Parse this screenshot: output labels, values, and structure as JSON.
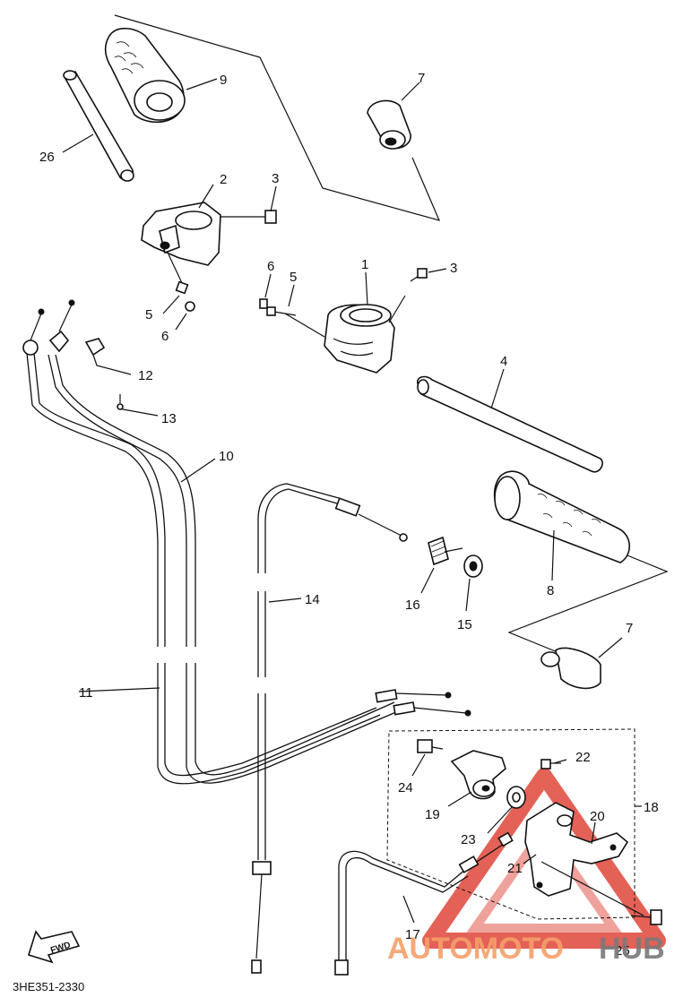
{
  "diagram": {
    "code": "3HE351-2330",
    "fwd": "FWD",
    "labels": [
      "1",
      "2",
      "3",
      "3",
      "4",
      "5",
      "5",
      "6",
      "6",
      "7",
      "7",
      "8",
      "9",
      "10",
      "11",
      "12",
      "13",
      "14",
      "15",
      "16",
      "17",
      "18",
      "19",
      "20",
      "21",
      "22",
      "23",
      "24",
      "25",
      "26"
    ]
  },
  "watermark": {
    "text_auto": "AUTOMOTO",
    "text_hub": "HUB",
    "color_auto": "#f5a06a",
    "color_hub": "#7a7a7a",
    "color_triangle": "#e0463a"
  }
}
